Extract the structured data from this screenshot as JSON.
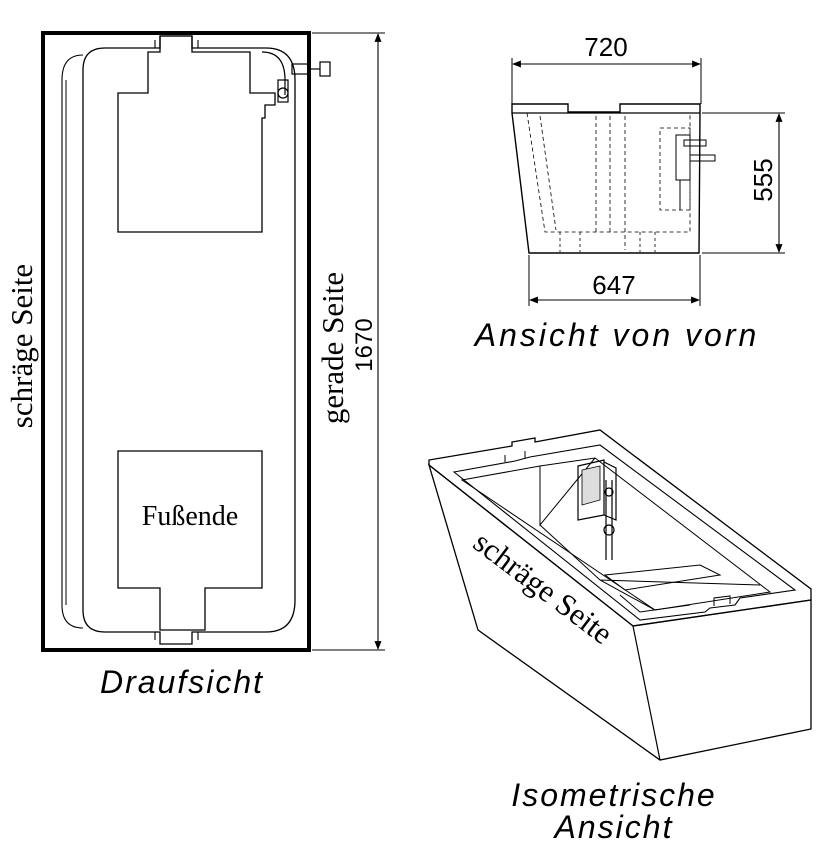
{
  "top_view": {
    "label_left": "schräge Seite",
    "label_right": "gerade Seite",
    "dimension_length": "1670",
    "foot_label": "Fußende",
    "caption": "Draufsicht"
  },
  "front_view": {
    "dimension_top": "720",
    "dimension_height": "555",
    "dimension_bottom": "647",
    "caption": "Ansicht von vorn"
  },
  "iso_view": {
    "side_label": "schräge Seite",
    "caption_line1": "Isometrische",
    "caption_line2": "Ansicht"
  }
}
